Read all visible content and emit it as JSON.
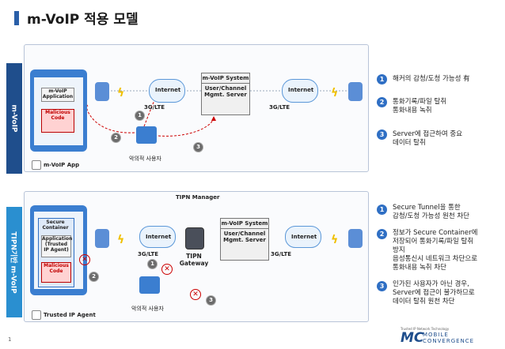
{
  "title": "m-VoIP 적용 모델",
  "page_number": "1",
  "colors": {
    "accent": "#2f6fc4",
    "danger": "#cc0000",
    "side_top": "#1f4e8c",
    "side_bottom": "#2a8fd0"
  },
  "top": {
    "side_label": "m-VoIP",
    "app_label": "m-VoIP Application",
    "malicious_label": "Malicious Code",
    "internet_1": "Internet",
    "internet_2": "Internet",
    "net_1": "3G/LTE",
    "net_2": "3G/LTE",
    "server_top": "m-VoIP System",
    "server_bottom": "User/Channel Mgmt. Server",
    "attacker": "악의적 사용자",
    "legend": "m-VoIP App",
    "steps": [
      "1",
      "2",
      "3"
    ],
    "notes": [
      {
        "num": "1",
        "lines": [
          "해커의 감청/도청 가능성 有"
        ]
      },
      {
        "num": "2",
        "lines": [
          "통화기록/파일 탈취",
          "통화내용 녹취"
        ]
      },
      {
        "num": "3",
        "lines": [
          "Server에 접근하여 중요",
          "데이터 탈취"
        ]
      }
    ]
  },
  "bottom": {
    "side_label": "TIPN기반 m-VoIP",
    "manager": "TIPN Manager",
    "container_label": "Secure Container",
    "app_label": "Application (Trusted IP Agent)",
    "malicious_label": "Malicious Code",
    "internet_1": "Internet",
    "internet_2": "Internet",
    "net_1": "3G/LTE",
    "net_2": "3G/LTE",
    "gateway": "TIPN Gateway",
    "server_top": "m-VoIP System",
    "server_bottom": "User/Channel Mgmt. Server",
    "attacker": "악의적 사용자",
    "legend": "Trusted IP Agent",
    "steps": [
      "1",
      "2",
      "3"
    ],
    "notes": [
      {
        "num": "1",
        "lines": [
          "Secure Tunnel을 통한",
          "감청/도청 가능성 원천 차단"
        ]
      },
      {
        "num": "2",
        "lines": [
          "정보가 Secure Container에",
          "저장되어 통화기록/파일 탈취",
          "방지",
          "음성통신시 네트워크 차단으로",
          "통화내용 녹취 차단"
        ]
      },
      {
        "num": "3",
        "lines": [
          "인가된 사용자가 아닌 경우,",
          "Server에 접근이 불가하므로",
          "데이터 탈취 원천 차단"
        ]
      }
    ]
  },
  "logo": {
    "line1": "Trusted IP Network Technology",
    "mark": "MC",
    "line2": "MOBILE",
    "line3": "CONVERGENCE"
  }
}
